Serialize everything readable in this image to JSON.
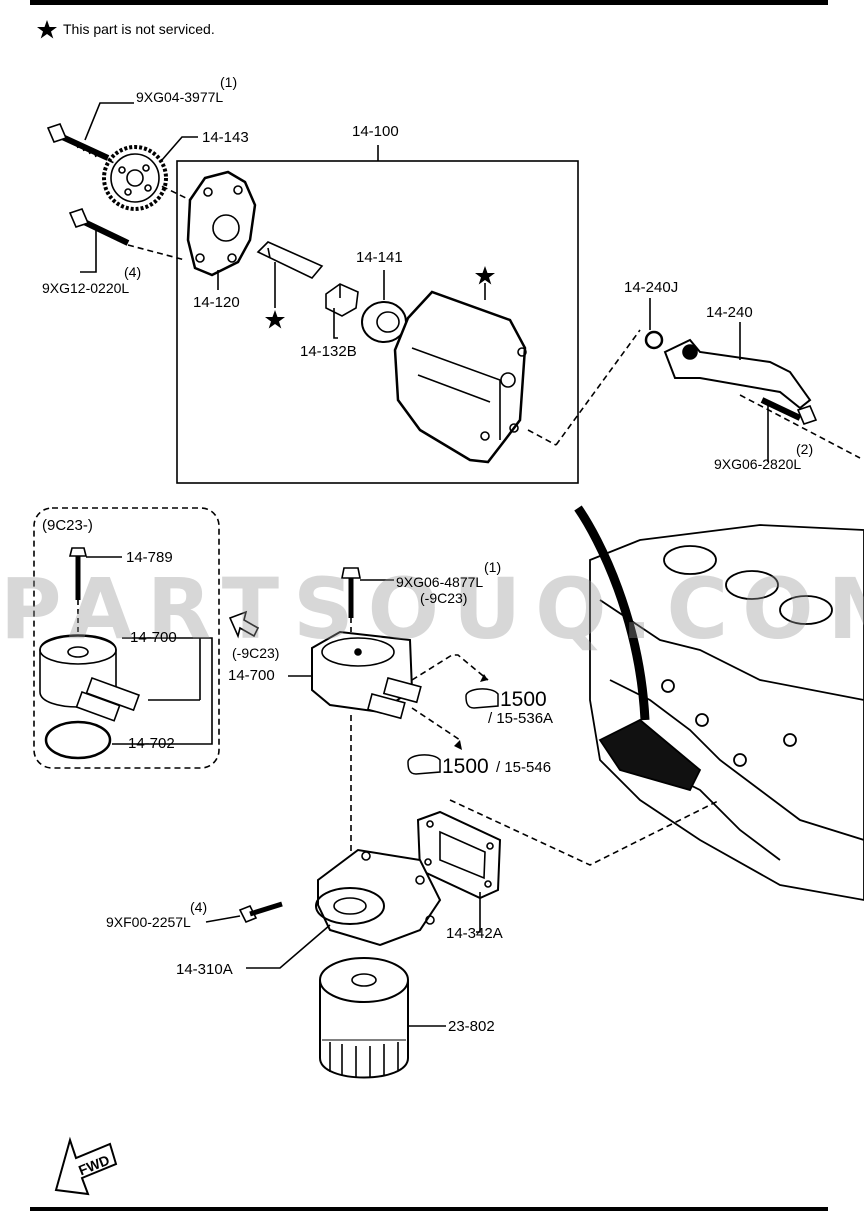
{
  "note": "This part is not serviced.",
  "watermark": "PARTSOUQ.COM",
  "parts": {
    "p14_100": "14-100",
    "p14_143": "14-143",
    "p14_120": "14-120",
    "p14_141": "14-141",
    "p14_132b": "14-132B",
    "p14_240j": "14-240J",
    "p14_240": "14-240",
    "p14_789": "14-789",
    "p14_700a": "14-700",
    "p14_700b": "14-700",
    "p14_702": "14-702",
    "p14_342a": "14-342A",
    "p14_310a": "14-310A",
    "p23_802": "23-802"
  },
  "bolts": {
    "b1_qty": "(1)",
    "b1": "9XG04-3977L",
    "b2_qty": "(4)",
    "b2": "9XG12-0220L",
    "b3_qty": "(2)",
    "b3": "9XG06-2820L",
    "b4_qty": "(1)",
    "b4": "9XG06-4877L",
    "b4_note": "(-9C23)",
    "b5_qty": "(4)",
    "b5": "9XF00-2257L"
  },
  "group": {
    "label": "(9C23-)"
  },
  "cooler_note": "(-9C23)",
  "refs": {
    "r1_main": "1500",
    "r1_sub": "/ 15-536A",
    "r2_main": "1500",
    "r2_sub": "/ 15-546"
  },
  "fwd": "FWD"
}
